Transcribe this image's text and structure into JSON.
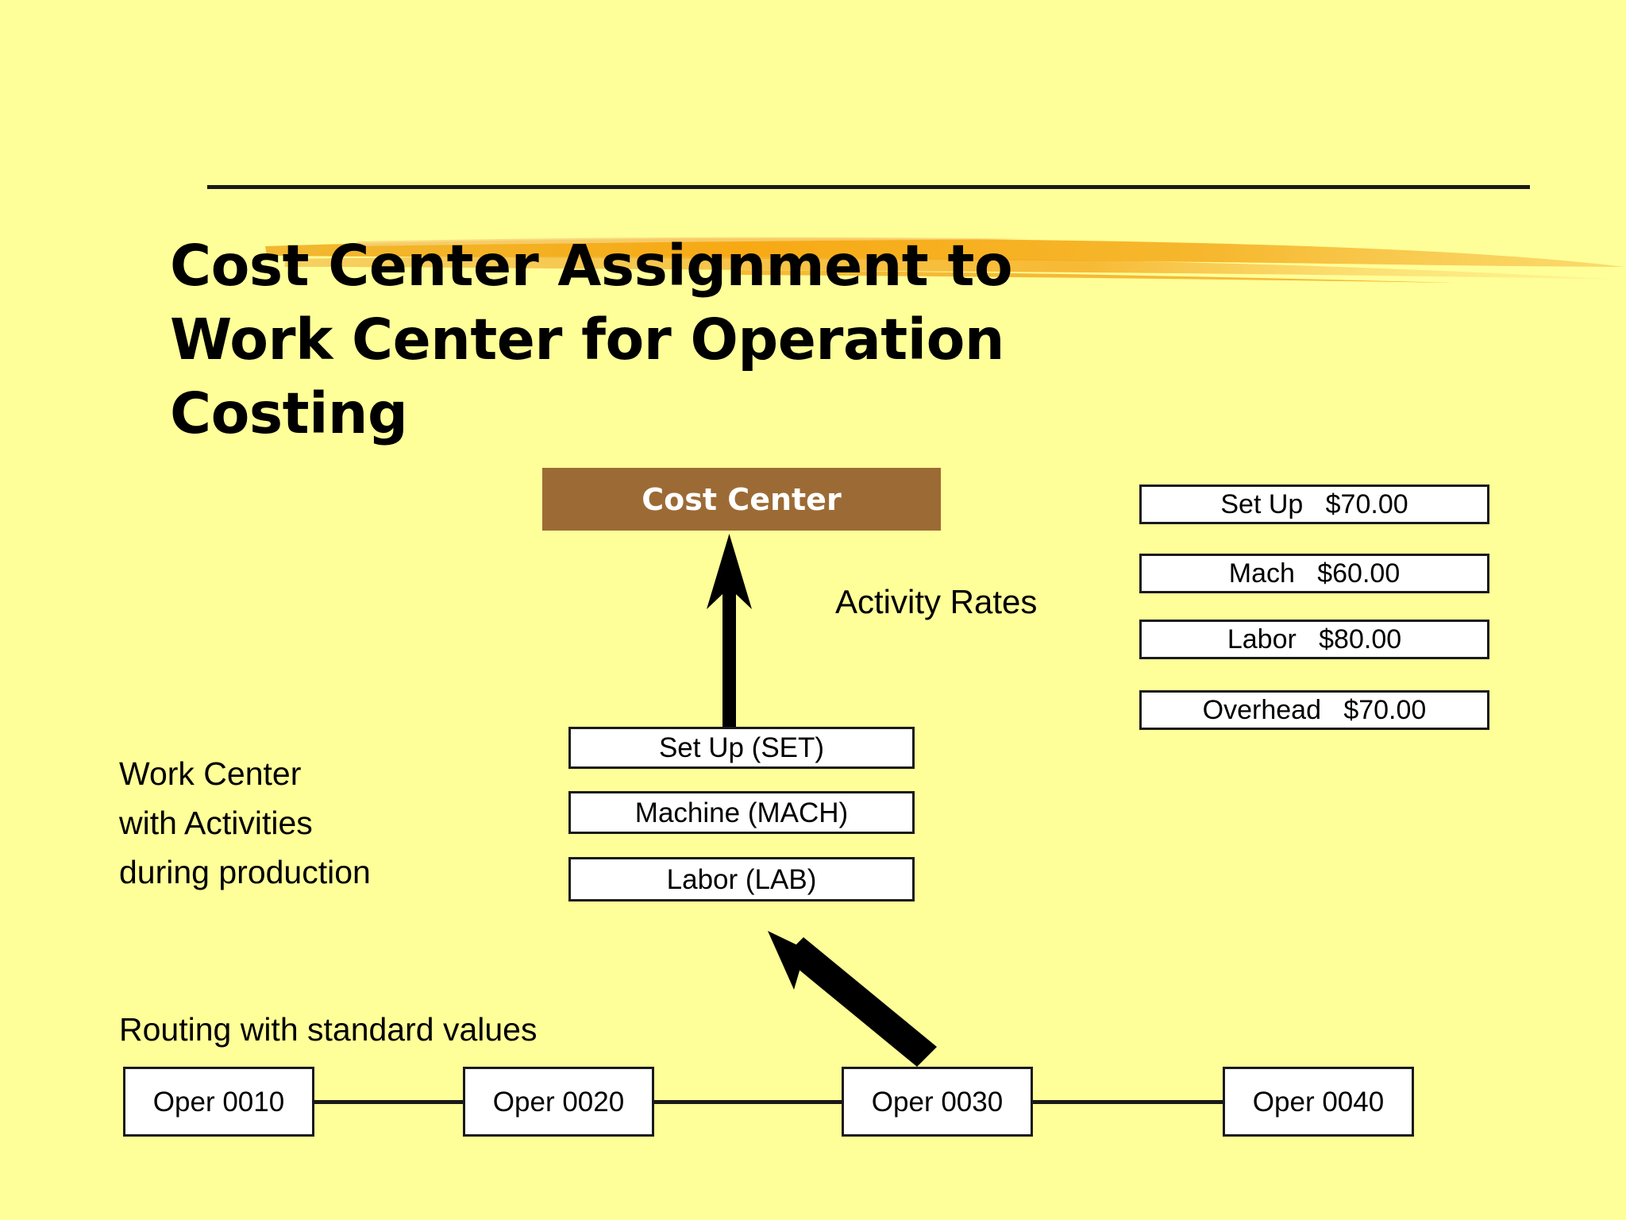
{
  "slide": {
    "background_color": "#ffff99",
    "accent_brush_color": "#f5a81c",
    "rule_color": "#1a1a1a",
    "title": "Cost Center Assignment to\nWork Center for Operation\nCosting"
  },
  "cost_center": {
    "label": "Cost Center",
    "fill_color": "#9c6b35",
    "text_color": "#ffffff"
  },
  "labels": {
    "activity_rates": "Activity Rates",
    "work_center": "Work Center\nwith Activities\nduring production",
    "routing": "Routing with standard values"
  },
  "activities": [
    {
      "label": "Set Up (SET)"
    },
    {
      "label": "Machine (MACH)"
    },
    {
      "label": "Labor (LAB)"
    }
  ],
  "rates": [
    {
      "label": "Set Up   $70.00",
      "name": "Set Up",
      "amount": "$70.00"
    },
    {
      "label": "Mach   $60.00",
      "name": "Mach",
      "amount": "$60.00"
    },
    {
      "label": "Labor   $80.00",
      "name": "Labor",
      "amount": "$80.00"
    },
    {
      "label": "Overhead   $70.00",
      "name": "Overhead",
      "amount": "$70.00"
    }
  ],
  "operations": [
    {
      "label": "Oper 0010"
    },
    {
      "label": "Oper 0020"
    },
    {
      "label": "Oper 0030"
    },
    {
      "label": "Oper 0040"
    }
  ],
  "arrows": [
    {
      "name": "activity-to-cost-center-arrow",
      "from": "Set Up (SET)",
      "to": "Cost Center",
      "direction": "up"
    },
    {
      "name": "operation-to-labor-arrow",
      "from": "Oper 0030",
      "to": "Labor (LAB)",
      "direction": "up-left"
    }
  ]
}
